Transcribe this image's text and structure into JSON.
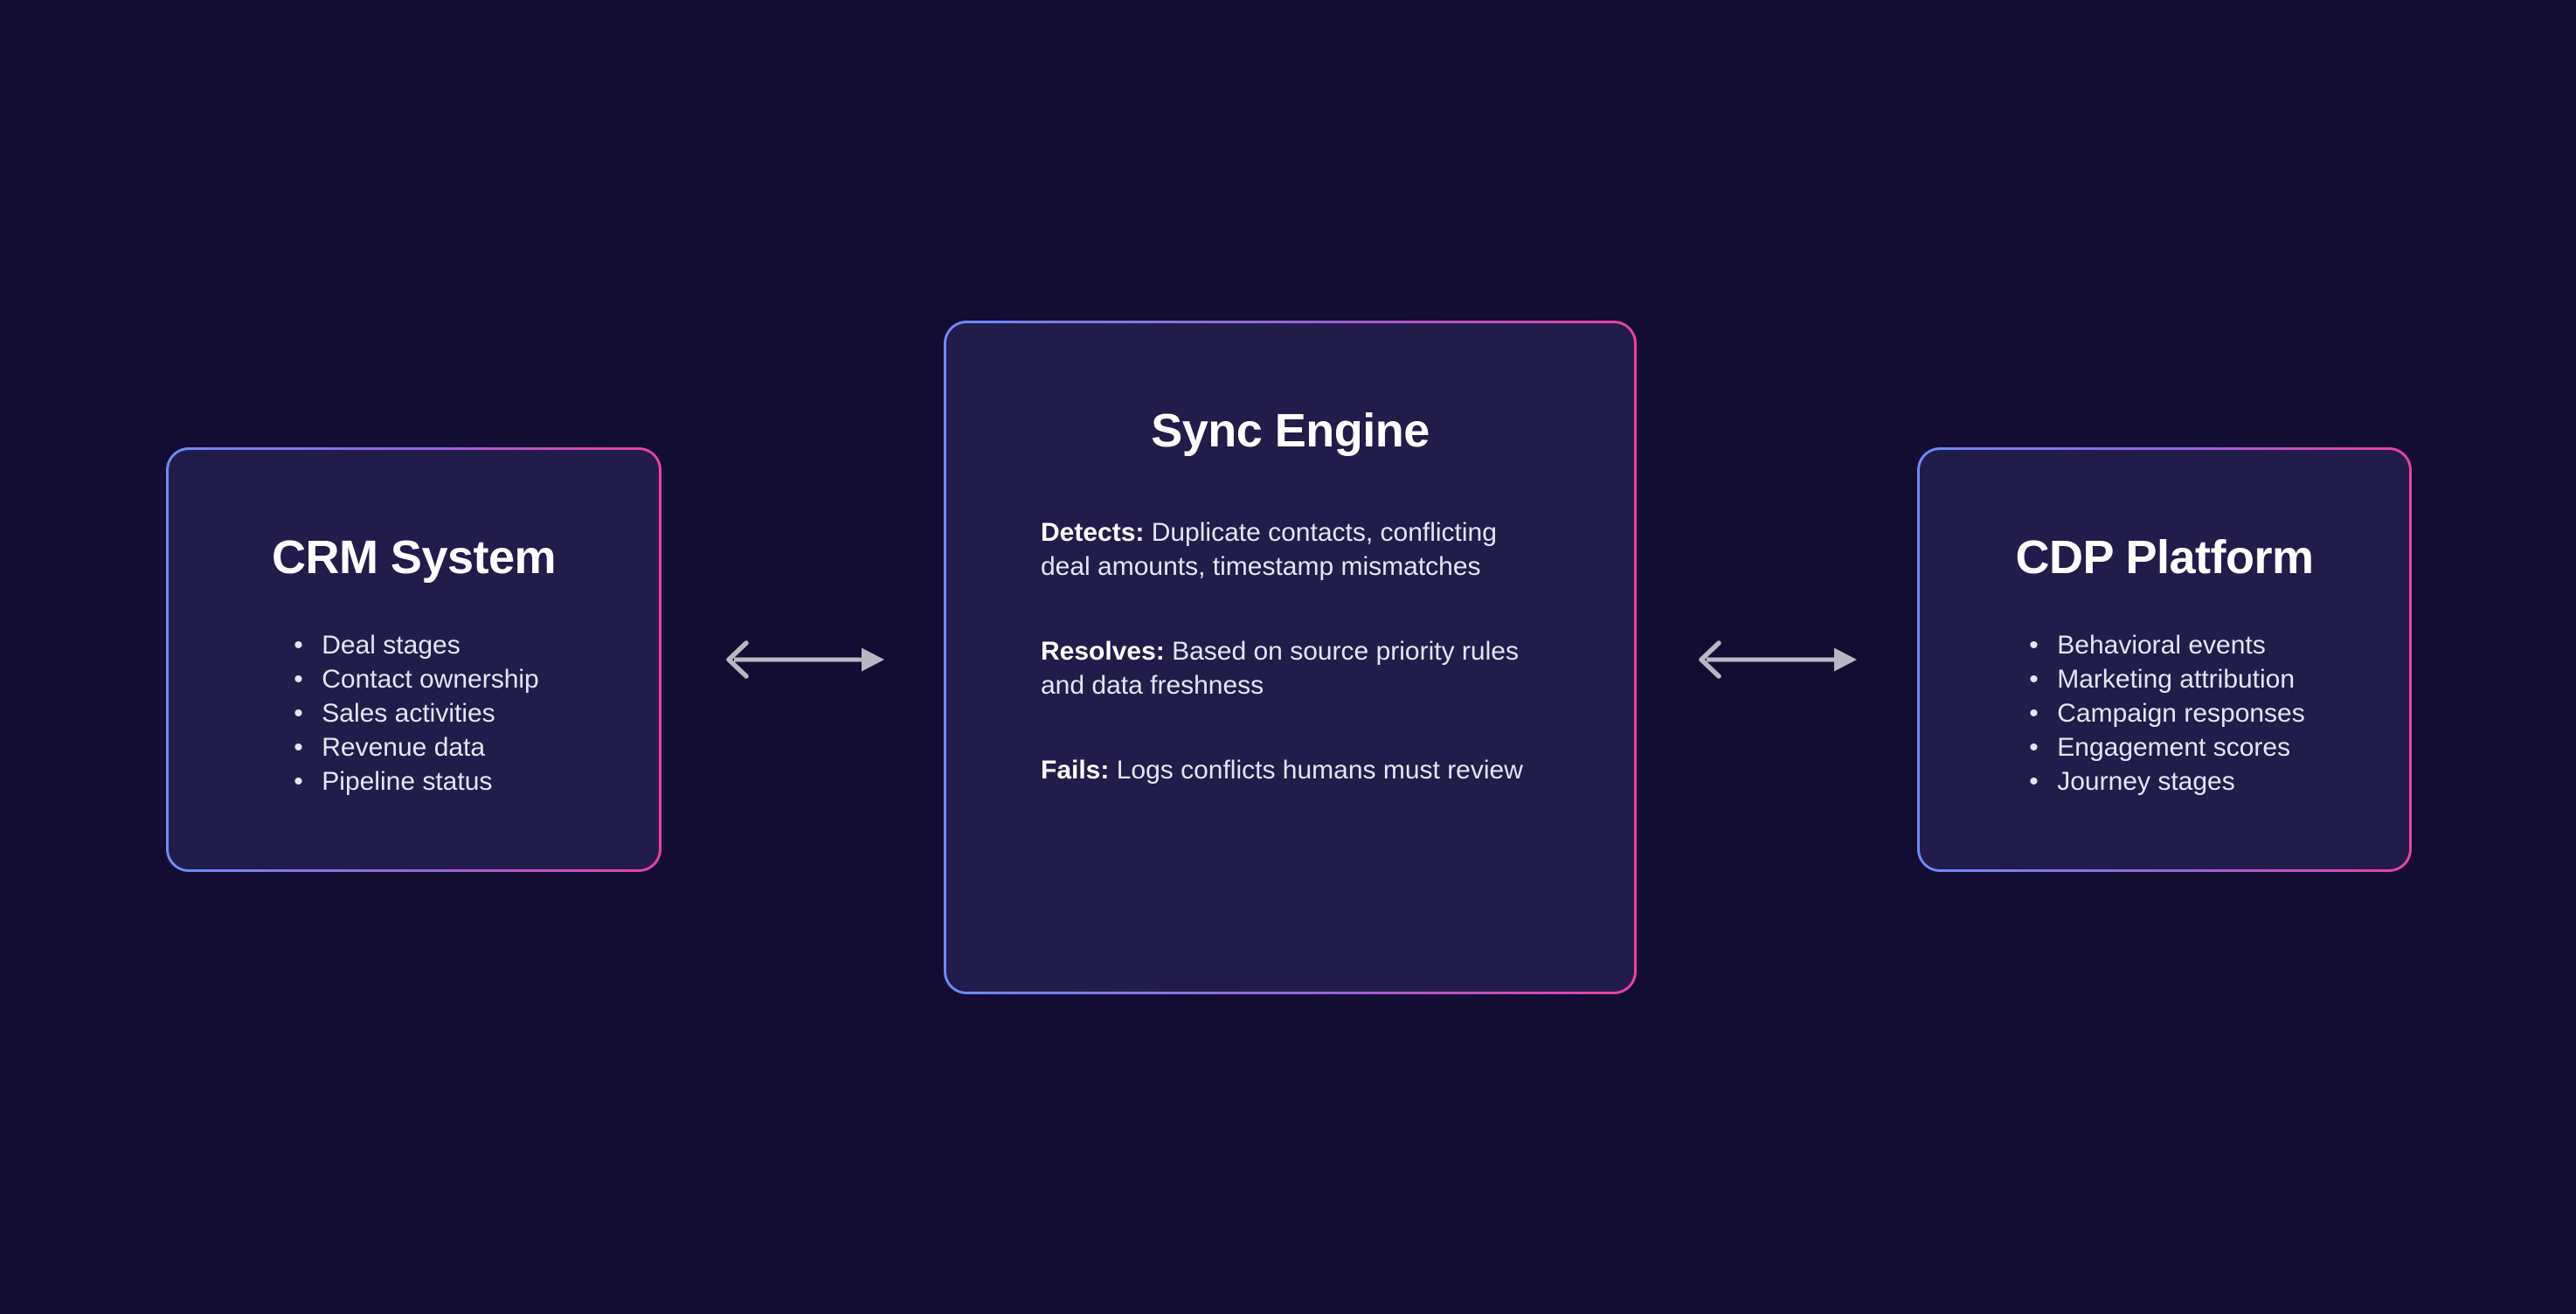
{
  "colors": {
    "background": "#130d34",
    "node_fill": "#211c4a",
    "border_gradient_start": "#6e8bf7",
    "border_gradient_end": "#ee3fa0",
    "title_text": "#ffffff",
    "body_text": "#e4e6f1",
    "arrow": "#b8b8c2"
  },
  "nodes": {
    "crm": {
      "title": "CRM System",
      "items": [
        "Deal stages",
        "Contact ownership",
        "Sales activities",
        "Revenue data",
        "Pipeline status"
      ]
    },
    "sync": {
      "title": "Sync Engine",
      "sections": [
        {
          "label": "Detects:",
          "text": " Duplicate contacts, conflicting deal amounts, timestamp mismatches"
        },
        {
          "label": "Resolves:",
          "text": " Based on source priority rules and data freshness"
        },
        {
          "label": "Fails:",
          "text": " Logs conflicts humans must review"
        }
      ]
    },
    "cdp": {
      "title": "CDP Platform",
      "items": [
        "Behavioral events",
        "Marketing attribution",
        "Campaign responses",
        "Engagement scores",
        "Journey stages"
      ]
    }
  },
  "connectors": [
    {
      "type": "double-arrow",
      "between": "CRM System and Sync Engine"
    },
    {
      "type": "double-arrow",
      "between": "Sync Engine and CDP Platform"
    }
  ]
}
